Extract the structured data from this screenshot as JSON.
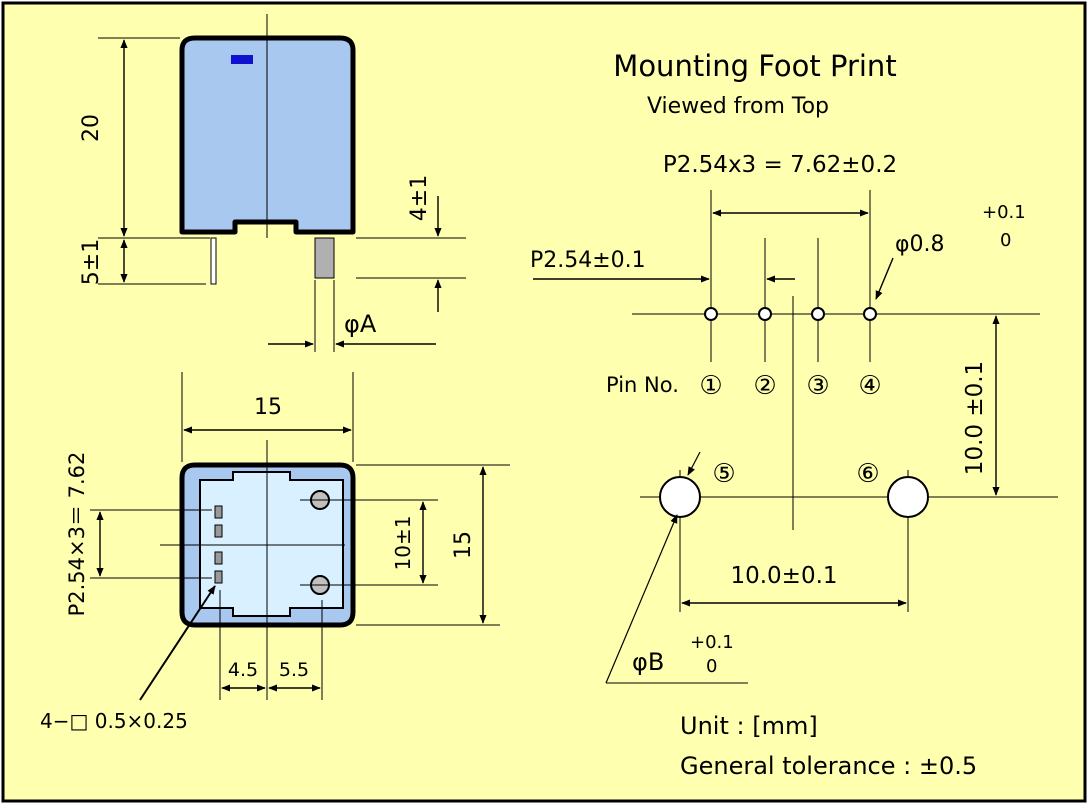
{
  "colors": {
    "background": "#FFFFB0",
    "component_body": "#A8C8F0",
    "component_outline": "#000000",
    "marker": "#1010D0",
    "lead": "#B0B0B0",
    "pin_pad": "#FFFFFF"
  },
  "side_view": {
    "height_dim": "20",
    "standoff_dim": "5±1",
    "lead_length_dim": "4±1",
    "lead_diameter_label": "φA"
  },
  "bottom_view": {
    "width_dim": "15",
    "depth_dim": "15",
    "pitch_dim": "P2.54×3＝ 7.62",
    "pin_span_dim": "10±1",
    "offset_left_dim": "4.5",
    "offset_right_dim": "5.5",
    "pin_size_note": "4−□ 0.5×0.25"
  },
  "footprint": {
    "title": "Mounting Foot Print",
    "subtitle": "Viewed from Top",
    "total_pitch": "P2.54x3 = 7.62±0.2",
    "pitch": "P2.54±0.1",
    "small_hole_diameter": "φ0.8",
    "small_hole_tol_upper": "+0.1",
    "small_hole_tol_lower": "0",
    "pin_no_label": "Pin No.",
    "pins": [
      "①",
      "②",
      "③",
      "④",
      "⑤",
      "⑥"
    ],
    "row_spacing": "10.0 ±0.1",
    "large_hole_spacing": "10.0±0.1",
    "large_hole_diameter": "φB",
    "large_hole_tol_upper": "+0.1",
    "large_hole_tol_lower": "0",
    "unit_note": "Unit : [mm]",
    "tolerance_note": "General tolerance : ±0.5"
  }
}
